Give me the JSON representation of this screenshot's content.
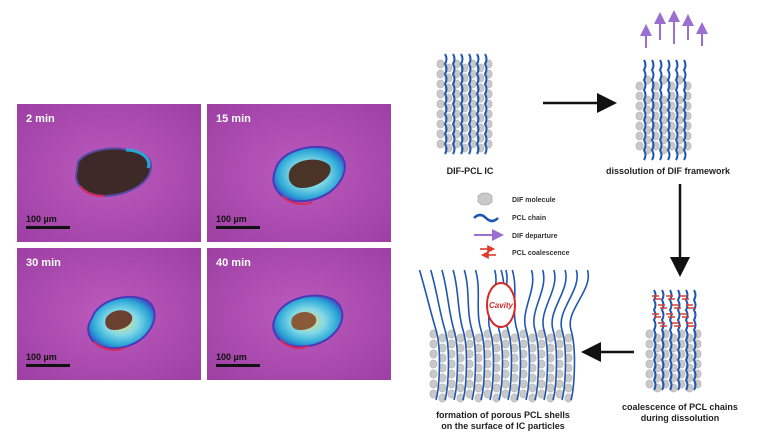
{
  "micrographs": [
    {
      "time": "2 min",
      "scale": "100 µm"
    },
    {
      "time": "15 min",
      "scale": "100 µm"
    },
    {
      "time": "30 min",
      "scale": "100 µm"
    },
    {
      "time": "40 min",
      "scale": "100 µm"
    }
  ],
  "schematic": {
    "step1": "DIF-PCL IC",
    "step2": "dissolution of DIF framework",
    "step3_line1": "coalescence of PCL chains",
    "step3_line2": "during dissolution",
    "step4_line1": "formation of porous PCL shells",
    "step4_line2": "on the surface of IC particles",
    "cavity": "Cavity"
  },
  "legend": [
    {
      "label": "DIF molecule",
      "icon": "dif-molecule-icon"
    },
    {
      "label": "PCL chain",
      "icon": "pcl-chain-icon"
    },
    {
      "label": "DIF departure",
      "icon": "dif-departure-icon"
    },
    {
      "label": "PCL coalescence",
      "icon": "pcl-coalescence-icon"
    }
  ],
  "colors": {
    "micrograph_bg": "#b04fb0",
    "pcl_chain": "#1f57b0",
    "dif_molecule": "#c9c9c9",
    "departure_arrow": "#9a6fd0",
    "coalescence": "#e03a2a",
    "cavity": "#d62a2a"
  }
}
